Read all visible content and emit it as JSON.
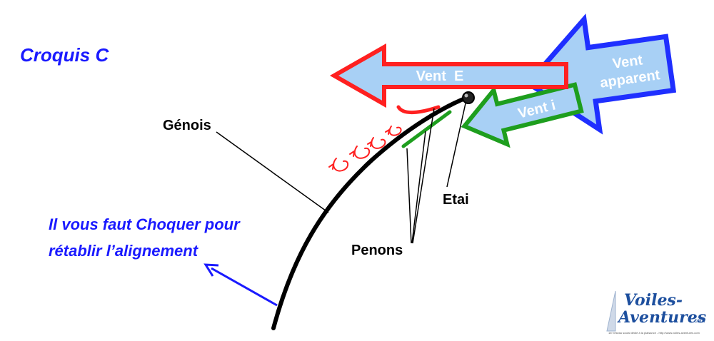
{
  "title": "Croquis C",
  "labels": {
    "genois": "Génois",
    "etai": "Etai",
    "penons": "Penons"
  },
  "note": {
    "line1": "Il vous faut Choquer pour",
    "line2": "rétablir l’alignement"
  },
  "arrows": {
    "vent_e": "Vent  E",
    "vent_i": "Vent  i",
    "vent_apparent_line1": "Vent",
    "vent_apparent_line2": "apparent"
  },
  "logo": {
    "line1": "Voiles-",
    "line2": "Aventures",
    "suffix": ".com",
    "tagline": "1er réseau social dédié à la plaisance - http://www.voiles-aventures.com"
  },
  "colors": {
    "title_blue": "#1a1aff",
    "note_blue": "#1a1aff",
    "red": "#ff2020",
    "green": "#1e9e1e",
    "blue_outline": "#1f2fff",
    "arrow_fill": "#a8d0f5",
    "sail_black": "#000000"
  },
  "icons": {
    "mast": "mast-icon",
    "turbulence": "turbulence-swirl-icon",
    "logo_sail": "sailboat-logo-icon"
  }
}
